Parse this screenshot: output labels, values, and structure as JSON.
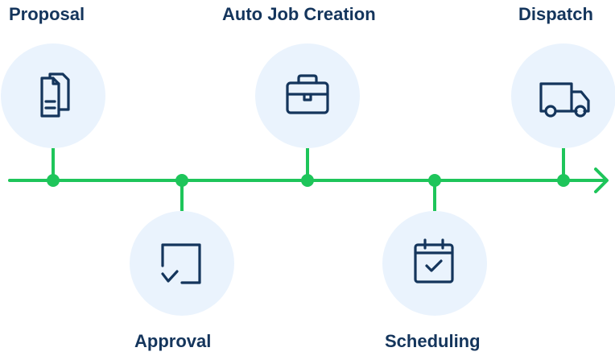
{
  "diagram": {
    "type": "process-timeline",
    "colors": {
      "line": "#1ec55a",
      "circle_fill": "#eaf3fd",
      "icon_stroke": "#14355c",
      "label_text": "#14355c"
    },
    "steps": [
      {
        "label": "Proposal",
        "icon": "document-icon",
        "side": "above"
      },
      {
        "label": "Approval",
        "icon": "checkbox-icon",
        "side": "below"
      },
      {
        "label": "Auto Job Creation",
        "icon": "briefcase-icon",
        "side": "above"
      },
      {
        "label": "Scheduling",
        "icon": "calendar-check-icon",
        "side": "below"
      },
      {
        "label": "Dispatch",
        "icon": "truck-icon",
        "side": "above"
      }
    ]
  }
}
